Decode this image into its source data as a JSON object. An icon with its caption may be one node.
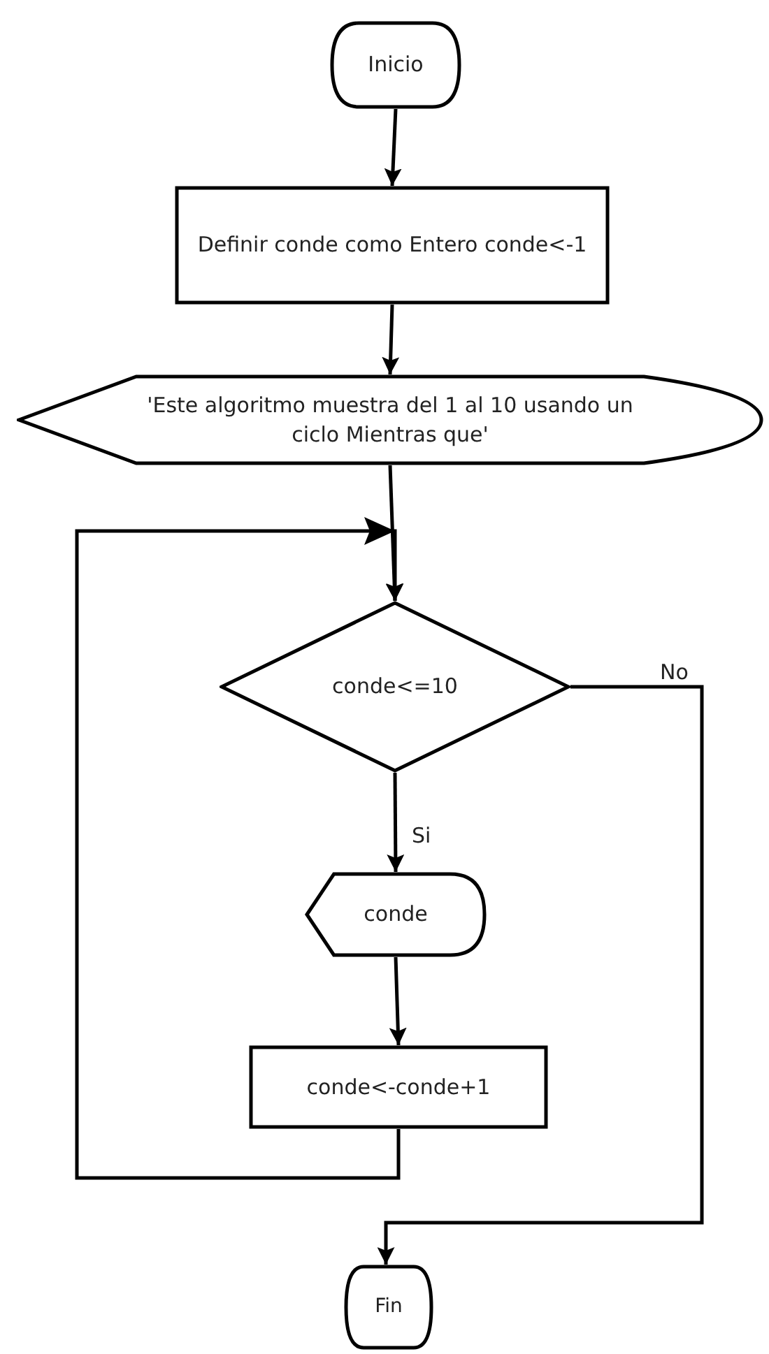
{
  "diagram": {
    "nodes": [
      {
        "text": [
          "Inicio"
        ]
      },
      {
        "text": [
          "Definir conde como Entero conde<-1"
        ]
      },
      {
        "text": [
          "'Este algoritmo muestra del 1 al 10 usando un ciclo Mientras que'"
        ]
      },
      {
        "text": [
          "conde<=10"
        ]
      },
      {
        "text": [
          "conde"
        ]
      },
      {
        "text": [
          "conde<-conde+1"
        ]
      },
      {
        "text": [
          "Fin"
        ]
      }
    ],
    "edges": [
      {
        "from": 0,
        "to": 1,
        "arrow": "to"
      },
      {
        "from": 1,
        "to": 2,
        "arrow": "to"
      },
      {
        "from": 2,
        "to": 3,
        "arrow": "to"
      },
      {
        "from": 3,
        "to": 4,
        "arrow": "to",
        "label": "Si"
      },
      {
        "from": 4,
        "to": 5,
        "arrow": "to"
      },
      {
        "from": 5,
        "to": 3,
        "arrow": "to"
      },
      {
        "from": 3,
        "to": 6,
        "arrow": "to",
        "label": "No"
      }
    ]
  }
}
